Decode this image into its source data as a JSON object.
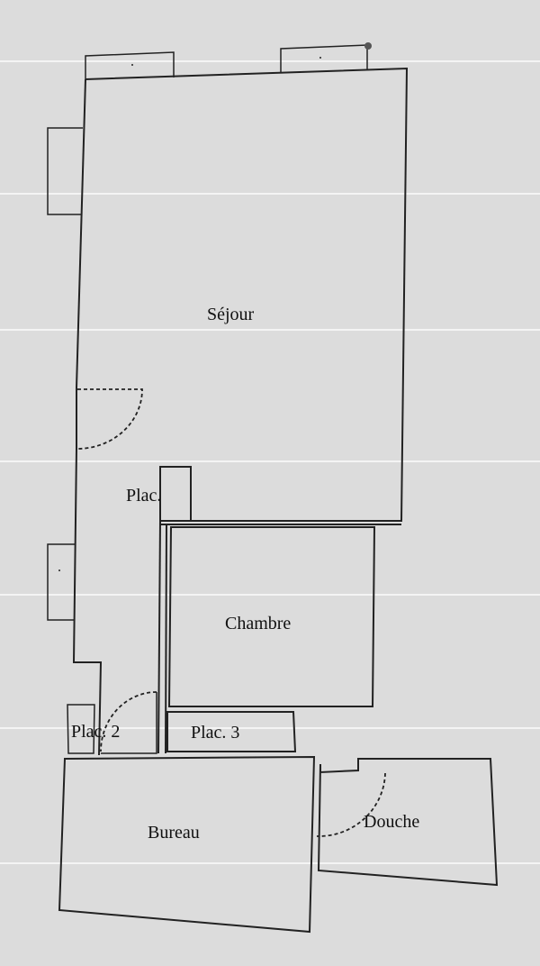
{
  "rooms": {
    "sejour": "Séjour",
    "plac1": "Plac.",
    "chambre": "Chambre",
    "plac2": "Plac. 2",
    "plac3": "Plac. 3",
    "bureau": "Bureau",
    "douche": "Douche"
  }
}
